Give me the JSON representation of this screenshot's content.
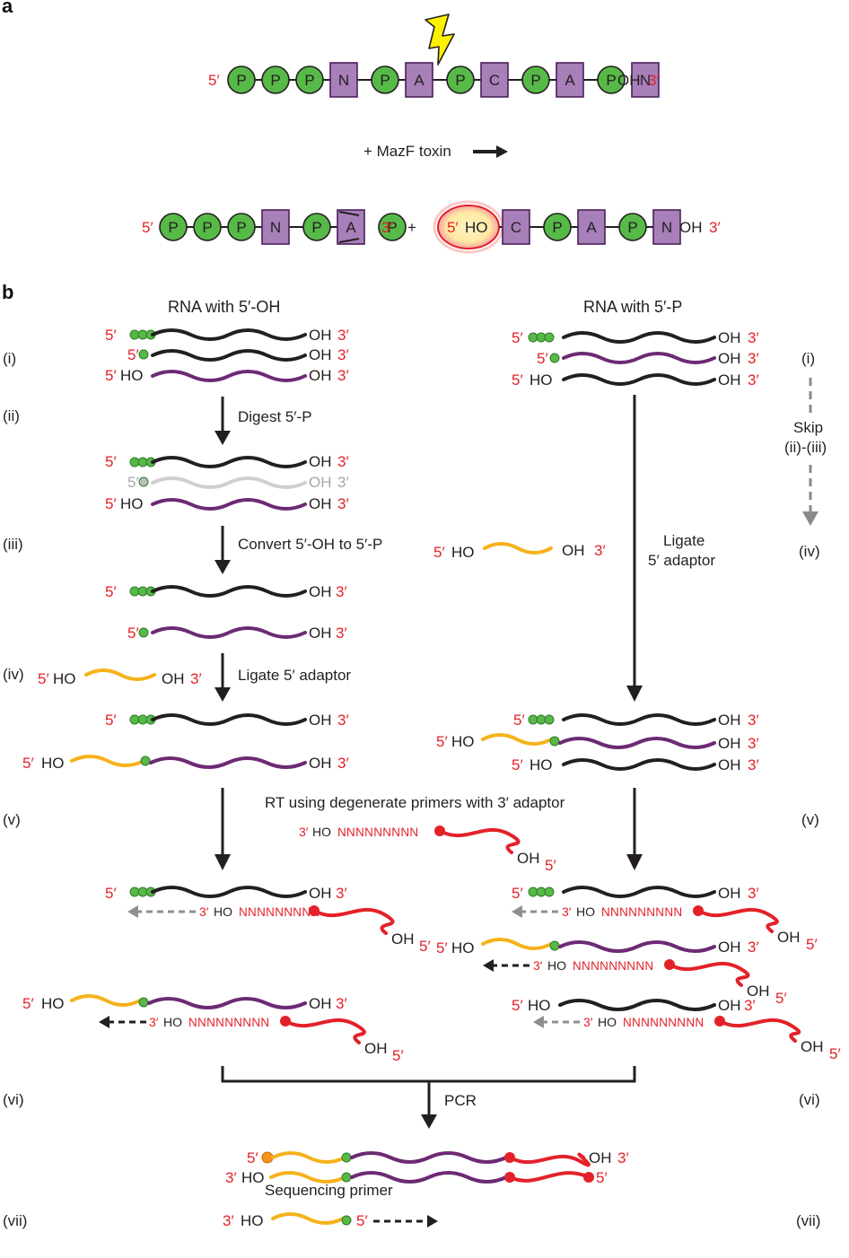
{
  "panel_a": {
    "label": "a",
    "top_end_5": "5′",
    "top_seq": [
      "P",
      "P",
      "P",
      "N",
      "P",
      "A",
      "P",
      "C",
      "P",
      "A",
      "P",
      "N"
    ],
    "top_oh": "OH",
    "top_end_3": "3′",
    "reaction": "+ MazF toxin",
    "left_end_5": "5′",
    "left_seq": [
      "P",
      "P",
      "P",
      "N",
      "P",
      "A",
      "P"
    ],
    "left_end_3": "3′",
    "plus": "+",
    "right_5": "5′",
    "right_ho": "HO",
    "right_seq": [
      "C",
      "P",
      "A",
      "P",
      "N"
    ],
    "right_oh": "OH",
    "right_end_3": "3′"
  },
  "panel_b": {
    "label": "b",
    "left_title": "RNA with 5′-OH",
    "right_title": "RNA with 5′-P",
    "roman": {
      "i": "(i)",
      "ii": "(ii)",
      "iii": "(iii)",
      "iv": "(iv)",
      "v": "(v)",
      "vi": "(vi)",
      "vii": "(vii)"
    },
    "steps": {
      "digest": "Digest 5′-P",
      "convert": "Convert 5′-OH to 5′-P",
      "ligate": "Ligate 5′ adaptor",
      "ligate_right_1": "Ligate",
      "ligate_right_2": "5′ adaptor",
      "skip_1": "Skip",
      "skip_2": "(ii)-(iii)",
      "rt": "RT using degenerate primers with 3′ adaptor",
      "pcr": "PCR",
      "seq_primer": "Sequencing primer"
    },
    "t": {
      "p5": "5′",
      "p3": "3′",
      "oh": "OH",
      "ho": "HO",
      "nnn": "NNNNNNNNN"
    }
  },
  "colors": {
    "black_rna": "#231f20",
    "purple_rna": "#6d2a74",
    "yellow_adaptor": "#f5b21b",
    "red_primer": "#e32129",
    "phosphate_green": "#57b947",
    "nucleotide_purple": "#a77fb9",
    "grey": "#bdbdbd"
  }
}
